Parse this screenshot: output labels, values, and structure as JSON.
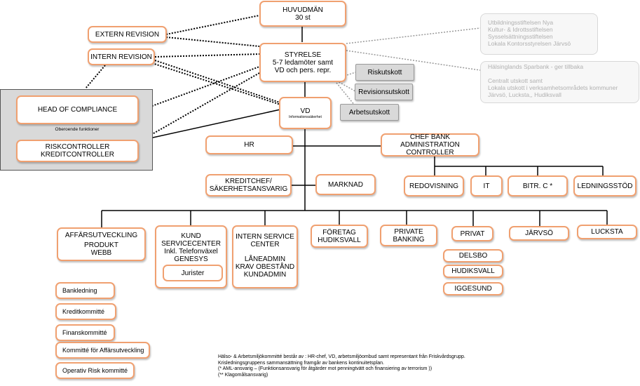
{
  "top": {
    "title": "HUVUDMÄN",
    "sub": "30 st"
  },
  "board": {
    "l1": "STYRELSE",
    "l2": "5-7 ledamöter samt",
    "l3": "VD och pers. repr."
  },
  "extern_revision": "EXTERN REVISION",
  "intern_revision": "INTERN REVISION",
  "committees": {
    "risk": "Riskutskott",
    "revision": "Revisionsutskott",
    "arbete": "Arbetsutskott"
  },
  "owners_ghost": [
    "Utbildningsstiftelsen Nya",
    "Kultur- & Idrottsstiftelsen",
    "Sysselsättningsstiftelsen",
    "Lokala Kontorsstyrelsen Järvsö"
  ],
  "sparbank_ghost": [
    "Hälsinglands Sparbank - ger tillbaka",
    "",
    "Centralt utskott samt",
    "Lokala utskott i verksamhetsområdets kommuner",
    "Järvsö, Lucksta,, Hudiksvall"
  ],
  "independent": {
    "compliance": "HEAD OF COMPLIANCE",
    "caption": "Oberoende  funktioner",
    "risk_l1": "RISKCONTROLLER",
    "risk_l2": "KREDITCONTROLLER"
  },
  "vd": {
    "title": "VD",
    "sub": "Informationssäkerhet"
  },
  "hr": "HR",
  "chef_bank": {
    "l1": "CHEF BANK ADMINISTRATION",
    "l2": "CONTROLLER"
  },
  "admin_units": [
    "REDOVISNING",
    "IT",
    "BITR. C *",
    "LEDNINGSSTÖD"
  ],
  "kreditchef": {
    "l1": "KREDITCHEF/",
    "l2": "SÄKERHETSANSVARIG"
  },
  "marknad": "MARKNAD",
  "affar": {
    "l1": "AFFÄRSUTVECKLING",
    "l2": "PRODUKT",
    "l3": "WEBB"
  },
  "kund": {
    "l1": "KUND",
    "l2": "SERVICECENTER",
    "l3": "Inkl. Telefonväxel",
    "l4": "GENESYS",
    "sub": "Jurister"
  },
  "isc": {
    "l1": "INTERN SERVICE",
    "l2": "CENTER",
    "l3": "LÅNEADMIN",
    "l4": "KRAV OBESTÅND",
    "l5": "KUNDADMIN"
  },
  "foretag": {
    "l1": "FÖRETAG",
    "l2": "HUDIKSVALL"
  },
  "private_banking": {
    "l1": "PRIVATE",
    "l2": "BANKING"
  },
  "privat": {
    "title": "PRIVAT",
    "offices": [
      "DELSBO",
      "HUDIKSVALL",
      "IGGESUND"
    ]
  },
  "jarvso": "JÄRVSÖ",
  "lucksta": "LUCKSTA",
  "committee_list": [
    "Bankledning",
    "Kreditkommitté",
    "Finanskommitté",
    "Kommitté för Affärsutveckling",
    "Operativ Risk kommitté"
  ],
  "footnotes": [
    "Hälso- & Arbetsmiljökommitté  består av : HR-chef, VD, arbetsmiljöombud  samt representant från Friskvårdsgrupp.",
    "Krisledningsgruppens  sammansättning  framgår av bankens  kontinuitetsplan.",
    "(* AML-ansvarig  – (Funktionsansvarig   för åtgärder mot penningtvätt  och finansiering av terrorism ))",
    "(** Klagomålsansvarig)"
  ]
}
